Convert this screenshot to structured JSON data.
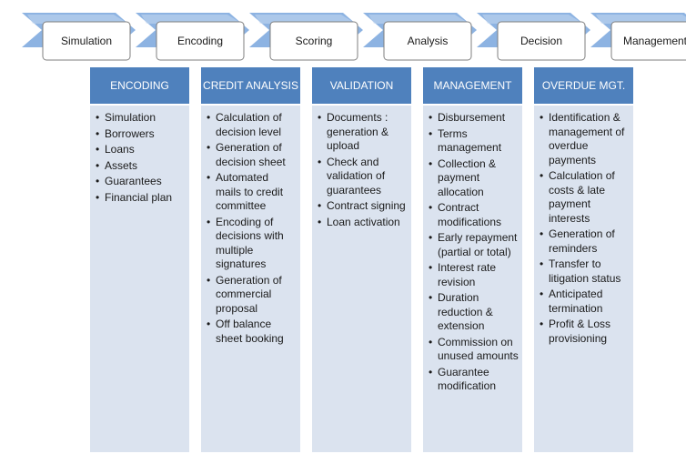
{
  "process": {
    "steps": [
      "Simulation",
      "Encoding",
      "Scoring",
      "Analysis",
      "Decision",
      "Management"
    ]
  },
  "columns": [
    {
      "title": "ENCODING",
      "items": [
        "Simulation",
        "Borrowers",
        "Loans",
        "Assets",
        "Guarantees",
        "Financial plan"
      ]
    },
    {
      "title": "CREDIT ANALYSIS",
      "items": [
        "Calculation of decision level",
        "Generation of decision sheet",
        "Automated mails to credit committee",
        "Encoding of decisions with multiple signatures",
        "Generation of commercial proposal",
        "Off balance sheet booking"
      ]
    },
    {
      "title": "VALIDATION",
      "items": [
        "Documents : generation & upload",
        "Check and validation of guarantees",
        "Contract signing",
        "Loan activation"
      ]
    },
    {
      "title": "MANAGEMENT",
      "items": [
        "Disbursement",
        "Terms management",
        "Collection & payment allocation",
        "Contract modifications",
        "Early repayment (partial or total)",
        "Interest rate revision",
        "Duration reduction & extension",
        "Commission on unused amounts",
        "Guarantee modification"
      ]
    },
    {
      "title": "OVERDUE MGT.",
      "items": [
        "Identification & management of overdue payments",
        "Calculation of costs & late payment interests",
        "Generation of reminders",
        "Transfer to litigation status",
        "Anticipated termination",
        "Profit & Loss provisioning"
      ]
    }
  ],
  "colors": {
    "chevron_fill": "#8db3e2",
    "chevron_highlight": "#c6d9f1",
    "label_box_fill": "#ffffff",
    "label_box_stroke": "#7f7f7f",
    "column_header": "#4f81bd",
    "column_body": "#dbe3ef"
  }
}
